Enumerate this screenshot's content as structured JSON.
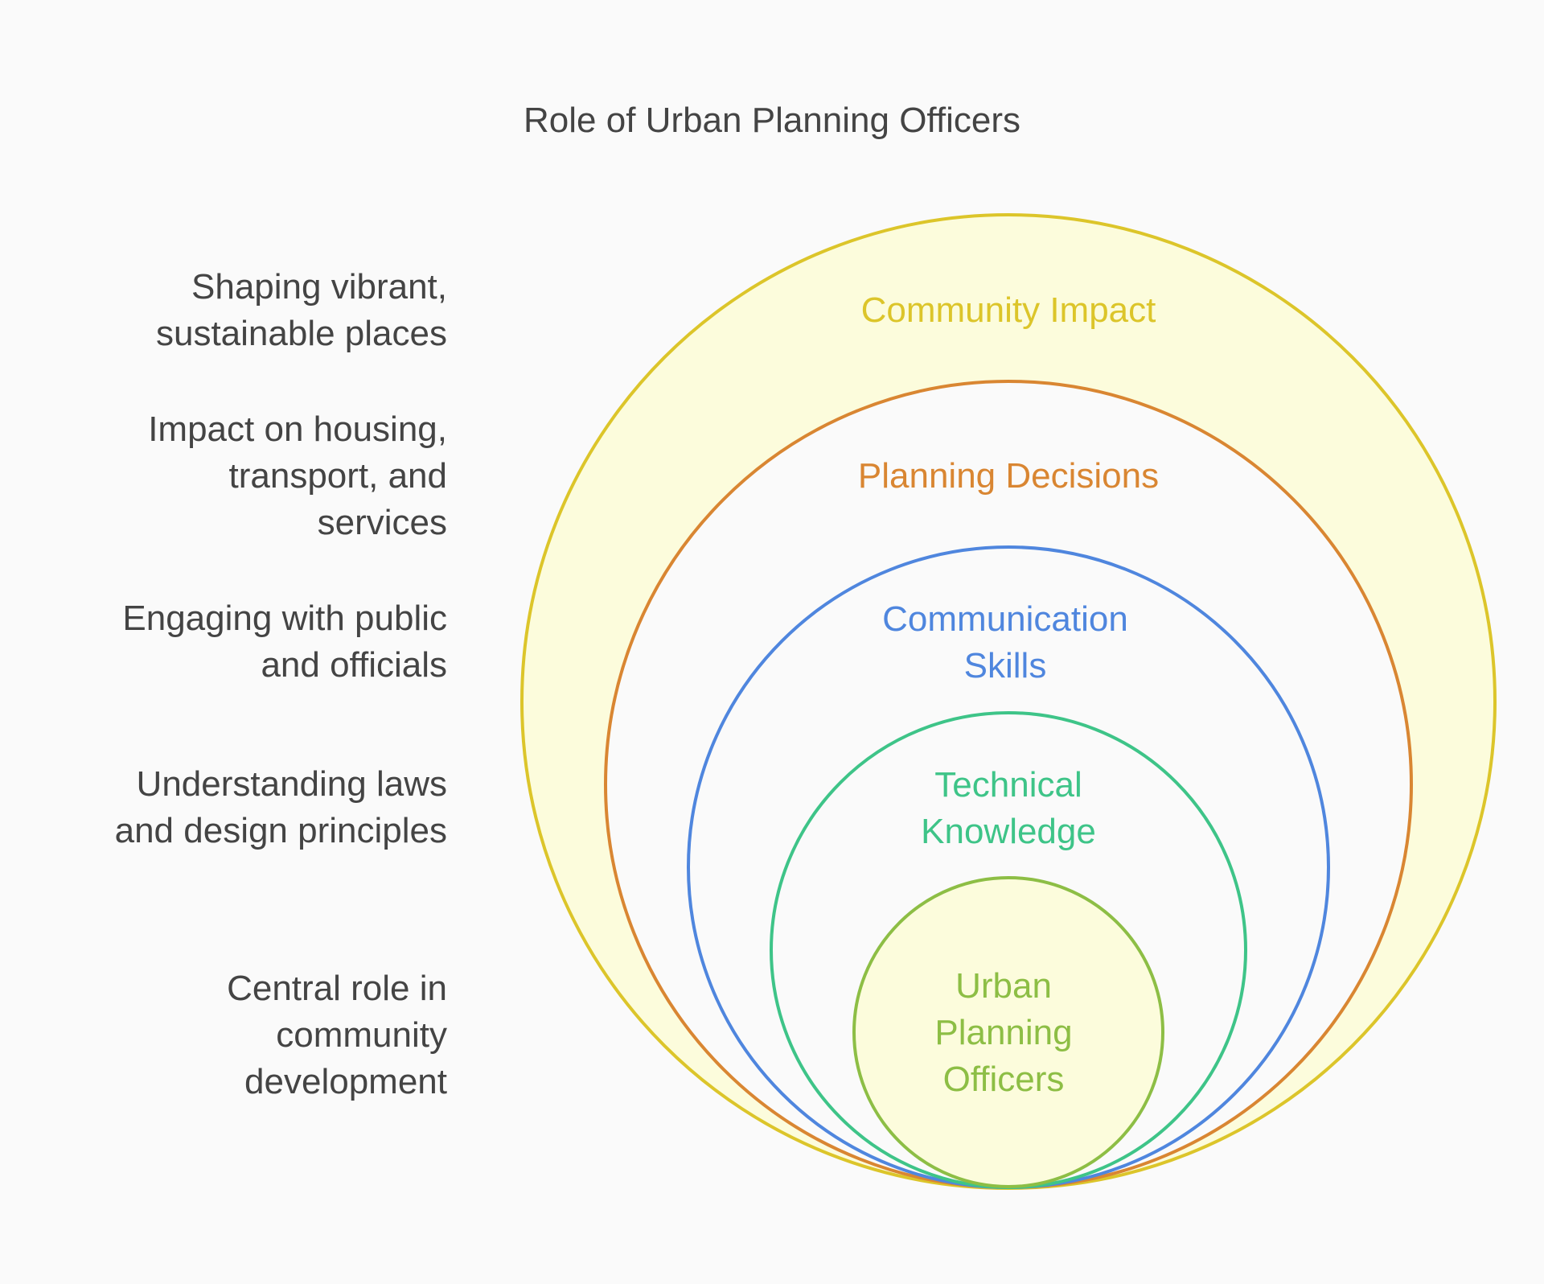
{
  "title": "Role of Urban Planning Officers",
  "rings": [
    {
      "id": "community-impact",
      "lines": [
        "Community Impact"
      ],
      "stroke": "#dcc52a",
      "fill": "#fcfcdc",
      "text_color": "#dcc52a"
    },
    {
      "id": "planning-decisions",
      "lines": [
        "Planning Decisions"
      ],
      "stroke": "#d98632",
      "fill": "#fafafa",
      "text_color": "#d98632"
    },
    {
      "id": "communication-skills",
      "lines": [
        "Communication",
        "Skills"
      ],
      "stroke": "#4f86de",
      "fill": "#fafafa",
      "text_color": "#4f86de"
    },
    {
      "id": "technical-knowledge",
      "lines": [
        "Technical",
        "Knowledge"
      ],
      "stroke": "#3ec488",
      "fill": "#fafafa",
      "text_color": "#3ec488"
    },
    {
      "id": "urban-planning-officers",
      "lines": [
        "Urban",
        "Planning",
        "Officers"
      ],
      "stroke": "#8dbe45",
      "fill": "#fcfcdc",
      "text_color": "#8dbe45"
    }
  ],
  "side_notes": [
    {
      "id": "shaping",
      "text": "Shaping vibrant,\nsustainable places"
    },
    {
      "id": "impact",
      "text": "Impact on housing,\ntransport, and\nservices"
    },
    {
      "id": "engaging",
      "text": "Engaging with public\nand officials"
    },
    {
      "id": "understanding",
      "text": "Understanding laws\nand design principles"
    },
    {
      "id": "central",
      "text": "Central role in\ncommunity\ndevelopment"
    }
  ]
}
